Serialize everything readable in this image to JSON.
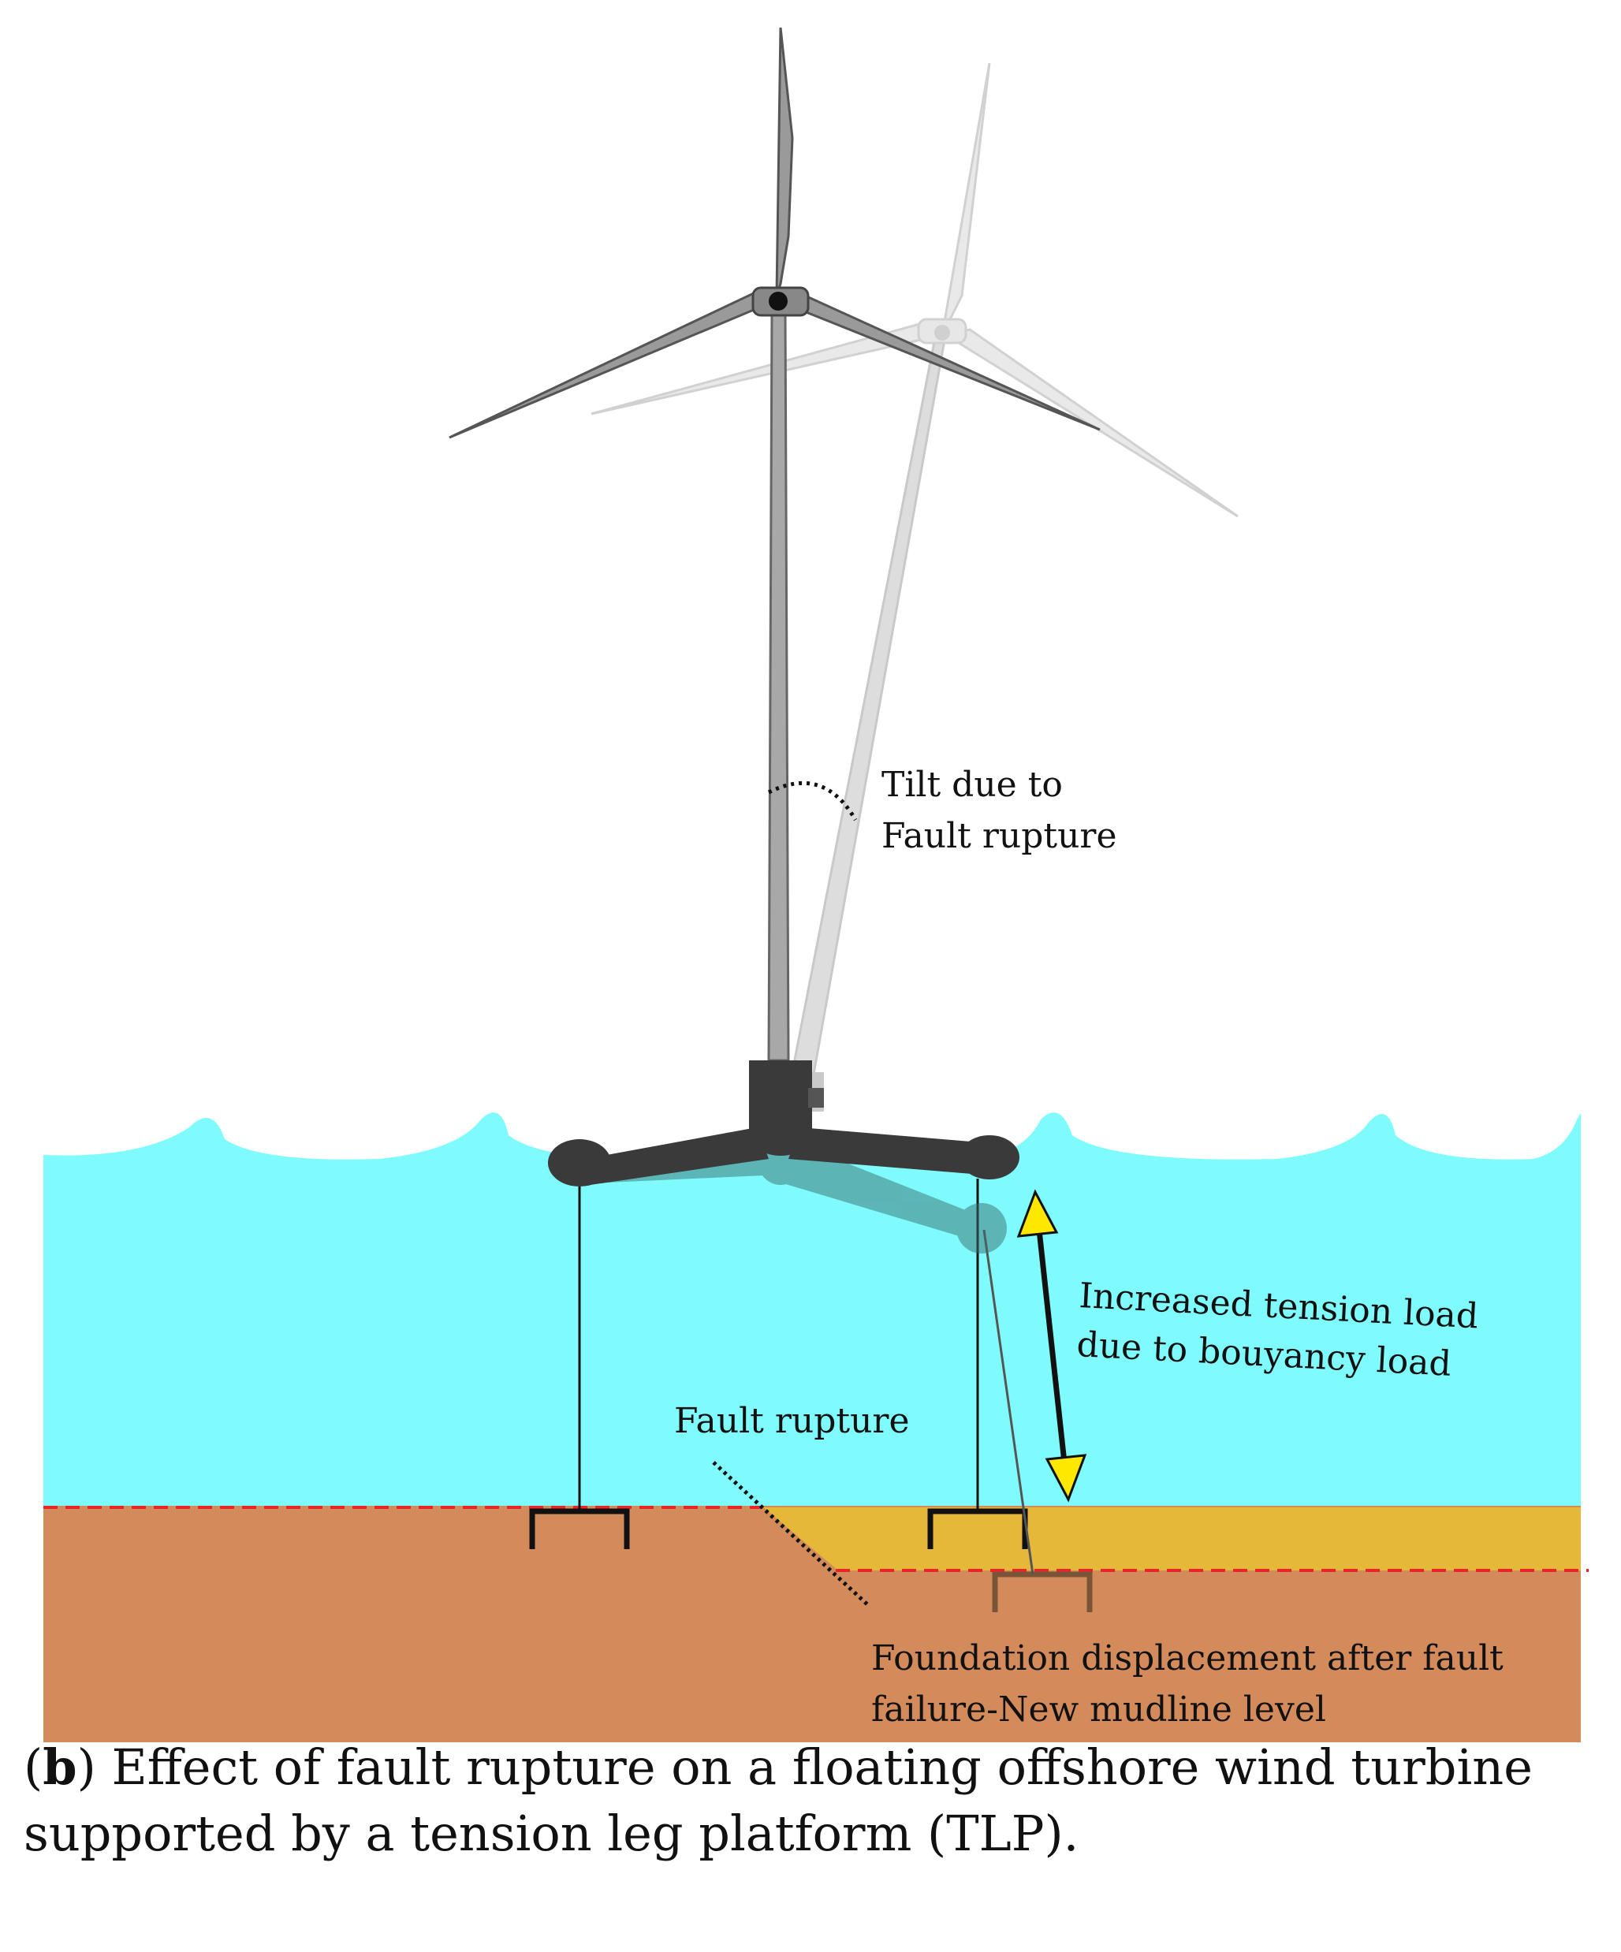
{
  "labels": {
    "tilt_line1": "Tilt due to",
    "tilt_line2": "Fault rupture",
    "tension_line1": "Increased tension load",
    "tension_line2": "due to bouyancy load",
    "fault": "Fault rupture",
    "foundation_line1": "Foundation displacement after fault",
    "foundation_line2": "failure-New mudline level"
  },
  "caption": {
    "open": "(",
    "letter": "b",
    "text": ") Effect of fault rupture on a floating offshore wind turbine supported by a tension leg platform (TLP)."
  },
  "colors": {
    "sea": "#7ffbfd",
    "seabed": "#d48b5c",
    "uplifted_layer": "#e6b83a",
    "mudline": "#e8262a",
    "arrow": "#ffe800",
    "turbine_dark": "#3a3a3a",
    "tower": "#a8a8a8"
  }
}
